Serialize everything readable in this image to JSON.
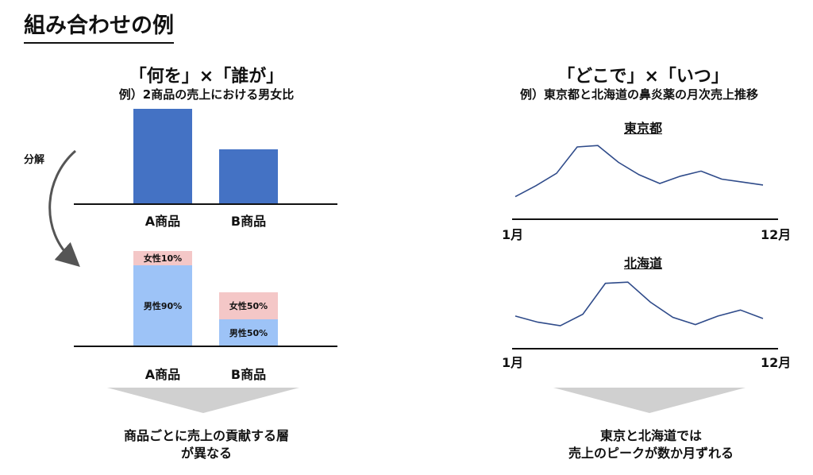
{
  "page_title": "組み合わせの例",
  "left": {
    "heading": "「何を」×「誰が」",
    "subheading": "例）2商品の売上における男女比",
    "arrow_label": "分解",
    "products": [
      "A商品",
      "B商品"
    ],
    "top_chart": {
      "type": "bar",
      "categories": [
        "A商品",
        "B商品"
      ],
      "values": [
        100,
        57
      ]
    },
    "bottom_chart": {
      "type": "stacked-bar",
      "categories": [
        "A商品",
        "B商品"
      ],
      "a": {
        "female_label": "女性10%",
        "male_label": "男性90%",
        "female": 10,
        "male": 90
      },
      "b": {
        "female_label": "女性50%",
        "male_label": "男性50%",
        "female": 50,
        "male": 50
      }
    },
    "conclusion_line1": "商品ごとに売上の貢献する層",
    "conclusion_line2": "が異なる"
  },
  "right": {
    "heading": "「どこで」×「いつ」",
    "subheading": "例）東京都と北海道の鼻炎薬の月次売上推移",
    "chart_data": [
      {
        "type": "line",
        "title": "東京都",
        "x_start": "1月",
        "x_end": "12月",
        "x": [
          1,
          2,
          3,
          4,
          5,
          6,
          7,
          8,
          9,
          10,
          11,
          12
        ],
        "values": [
          20,
          35,
          52,
          88,
          90,
          67,
          50,
          38,
          48,
          55,
          44,
          40,
          36
        ],
        "ylim": [
          0,
          100
        ]
      },
      {
        "type": "line",
        "title": "北海道",
        "x_start": "1月",
        "x_end": "12月",
        "x": [
          1,
          2,
          3,
          4,
          5,
          6,
          7,
          8,
          9,
          10,
          11,
          12
        ],
        "values": [
          42,
          32,
          26,
          45,
          96,
          98,
          65,
          40,
          28,
          42,
          52,
          38
        ],
        "ylim": [
          0,
          110
        ]
      }
    ],
    "conclusion_line1": "東京と北海道では",
    "conclusion_line2": "売上のピークが数か月ずれる"
  },
  "colors": {
    "bar": "#4472c4",
    "male": "#9dc3f7",
    "female": "#f4c7c7",
    "line": "#2f4b8a",
    "triangle": "#d0d0d0",
    "arrow": "#555555"
  }
}
